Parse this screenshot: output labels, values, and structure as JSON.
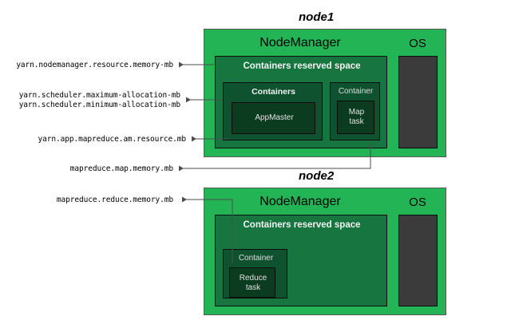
{
  "diagram": {
    "title_hidden": "",
    "colors": {
      "node_green": "#22b455",
      "reserved_green": "#17753f",
      "containers_green": "#0f5230",
      "task_green": "#0b3c20",
      "os_gray": "#3b3b3b",
      "border_black": "#0d0d0d",
      "outer_border_gray": "#5a5a5a",
      "text_light": "#f2f2f2",
      "text_dark": "#000000",
      "connector": "#4d4d4d"
    },
    "nodes": [
      {
        "title": "node1",
        "nodemanager_label": "NodeManager",
        "os_label": "OS",
        "reserved_label": "Containers reserved space",
        "groups": [
          {
            "label": "Containers",
            "task": "AppMaster"
          },
          {
            "label": "Container",
            "task": "Map\ntask",
            "task_line1": "Map",
            "task_line2": "task"
          }
        ]
      },
      {
        "title": "node2",
        "nodemanager_label": "NodeManager",
        "os_label": "OS",
        "reserved_label": "Containers reserved space",
        "groups": [
          {
            "label": "Container",
            "task_line1": "Reduce",
            "task_line2": "task"
          }
        ]
      }
    ],
    "properties": [
      {
        "id": "nm-resource-memory",
        "text": "yarn.nodemanager.resource.memory-mb"
      },
      {
        "id": "sched-max-alloc",
        "text": "yarn.scheduler.maximum-allocation-mb"
      },
      {
        "id": "sched-min-alloc",
        "text": "yarn.scheduler.minimum-allocation-mb"
      },
      {
        "id": "am-resource",
        "text": "yarn.app.mapreduce.am.resource.mb"
      },
      {
        "id": "map-memory",
        "text": "mapreduce.map.memory.mb"
      },
      {
        "id": "reduce-memory",
        "text": "mapreduce.reduce.memory.mb"
      }
    ]
  }
}
